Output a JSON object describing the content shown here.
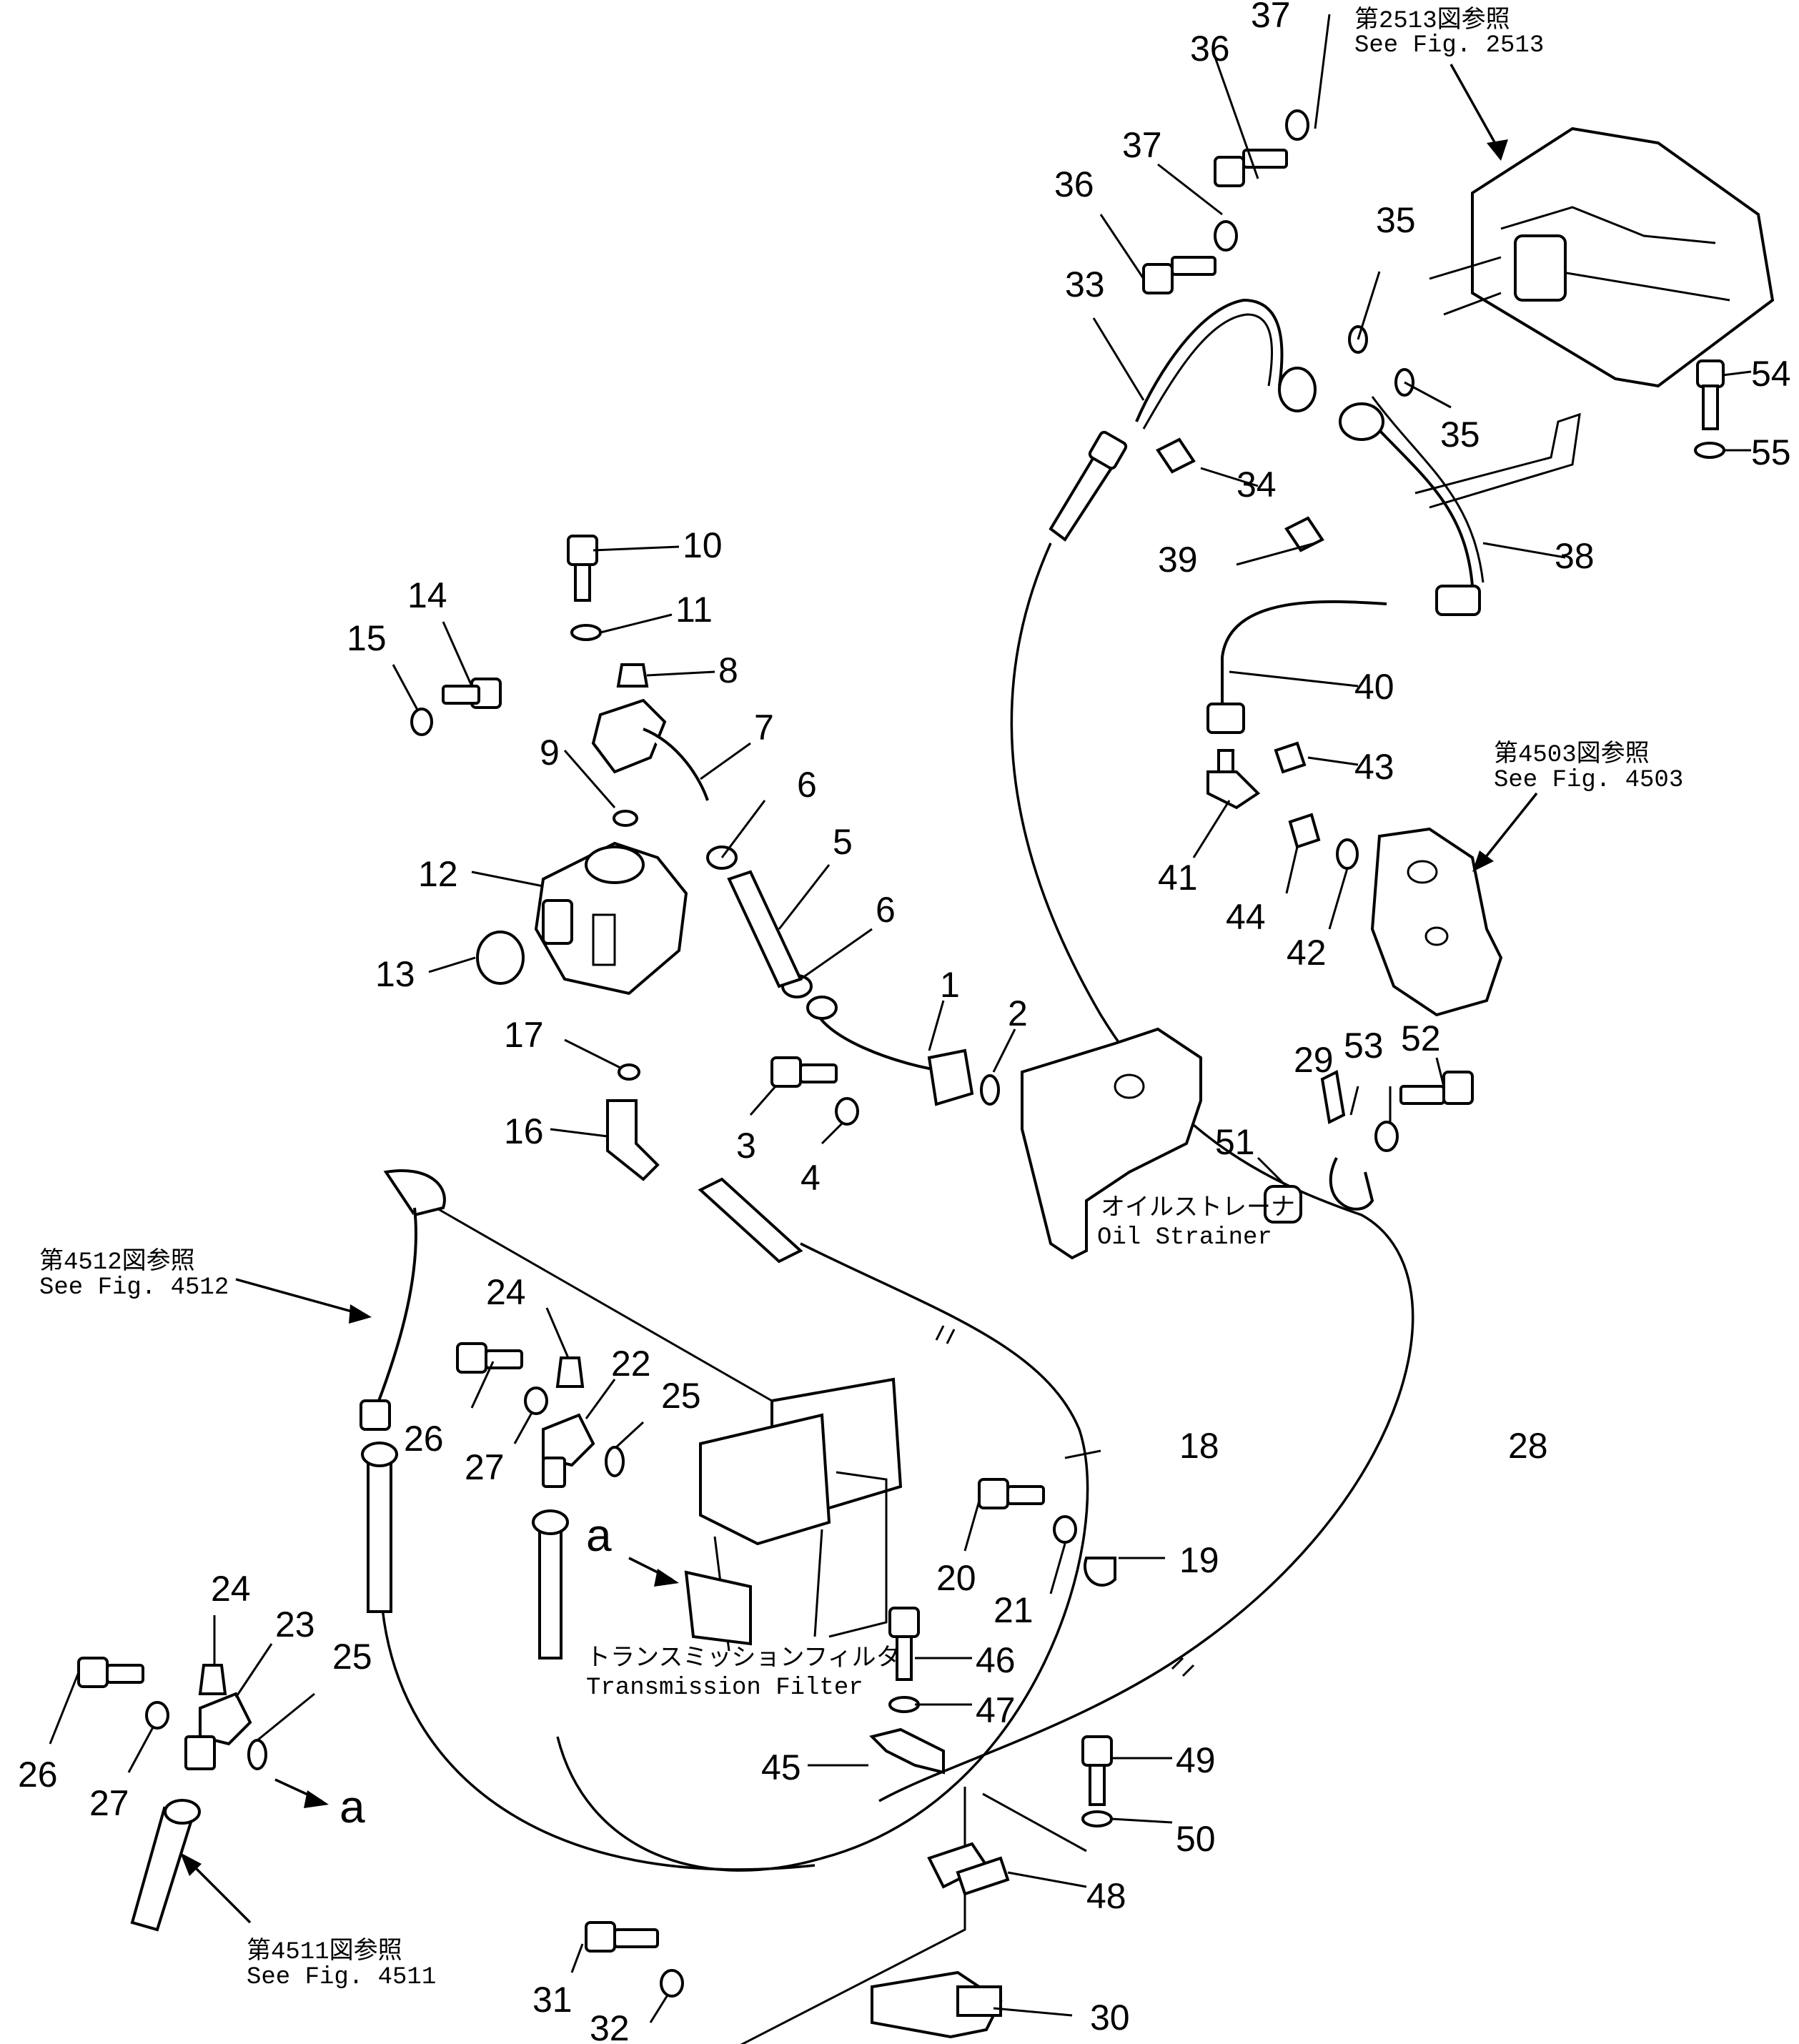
{
  "callouts": [
    {
      "id": "c1",
      "text": "1"
    },
    {
      "id": "c2",
      "text": "2"
    },
    {
      "id": "c3",
      "text": "3"
    },
    {
      "id": "c4",
      "text": "4"
    },
    {
      "id": "c5",
      "text": "5"
    },
    {
      "id": "c6a",
      "text": "6"
    },
    {
      "id": "c6b",
      "text": "6"
    },
    {
      "id": "c7",
      "text": "7"
    },
    {
      "id": "c8",
      "text": "8"
    },
    {
      "id": "c9",
      "text": "9"
    },
    {
      "id": "c10",
      "text": "10"
    },
    {
      "id": "c11",
      "text": "11"
    },
    {
      "id": "c12",
      "text": "12"
    },
    {
      "id": "c13",
      "text": "13"
    },
    {
      "id": "c14",
      "text": "14"
    },
    {
      "id": "c15",
      "text": "15"
    },
    {
      "id": "c16",
      "text": "16"
    },
    {
      "id": "c17",
      "text": "17"
    },
    {
      "id": "c18",
      "text": "18"
    },
    {
      "id": "c19",
      "text": "19"
    },
    {
      "id": "c20",
      "text": "20"
    },
    {
      "id": "c21",
      "text": "21"
    },
    {
      "id": "c22",
      "text": "22"
    },
    {
      "id": "c23",
      "text": "23"
    },
    {
      "id": "c24a",
      "text": "24"
    },
    {
      "id": "c24b",
      "text": "24"
    },
    {
      "id": "c25a",
      "text": "25"
    },
    {
      "id": "c25b",
      "text": "25"
    },
    {
      "id": "c26a",
      "text": "26"
    },
    {
      "id": "c26b",
      "text": "26"
    },
    {
      "id": "c27a",
      "text": "27"
    },
    {
      "id": "c27b",
      "text": "27"
    },
    {
      "id": "c28",
      "text": "28"
    },
    {
      "id": "c29",
      "text": "29"
    },
    {
      "id": "c30",
      "text": "30"
    },
    {
      "id": "c31",
      "text": "31"
    },
    {
      "id": "c32",
      "text": "32"
    },
    {
      "id": "c33",
      "text": "33"
    },
    {
      "id": "c34",
      "text": "34"
    },
    {
      "id": "c35a",
      "text": "35"
    },
    {
      "id": "c35b",
      "text": "35"
    },
    {
      "id": "c36a",
      "text": "36"
    },
    {
      "id": "c36b",
      "text": "36"
    },
    {
      "id": "c37a",
      "text": "37"
    },
    {
      "id": "c37b",
      "text": "37"
    },
    {
      "id": "c38",
      "text": "38"
    },
    {
      "id": "c39",
      "text": "39"
    },
    {
      "id": "c40",
      "text": "40"
    },
    {
      "id": "c41",
      "text": "41"
    },
    {
      "id": "c42",
      "text": "42"
    },
    {
      "id": "c43",
      "text": "43"
    },
    {
      "id": "c44",
      "text": "44"
    },
    {
      "id": "c45",
      "text": "45"
    },
    {
      "id": "c46",
      "text": "46"
    },
    {
      "id": "c47",
      "text": "47"
    },
    {
      "id": "c48",
      "text": "48"
    },
    {
      "id": "c49",
      "text": "49"
    },
    {
      "id": "c50",
      "text": "50"
    },
    {
      "id": "c51",
      "text": "51"
    },
    {
      "id": "c52",
      "text": "52"
    },
    {
      "id": "c53",
      "text": "53"
    },
    {
      "id": "c54",
      "text": "54"
    },
    {
      "id": "c55",
      "text": "55"
    }
  ],
  "references": {
    "fig2513_jp": "第2513図参照",
    "fig2513_en": "See  Fig. 2513",
    "fig4503_jp": "第4503図参照",
    "fig4503_en": "See  Fig. 4503",
    "fig4512_jp": "第4512図参照",
    "fig4512_en": "See  Fig. 4512",
    "fig4511_jp": "第4511図参照",
    "fig4511_en": "See  Fig. 4511"
  },
  "components": {
    "oil_strainer_jp": "オイルストレーナ",
    "oil_strainer_en": "Oil  Strainer",
    "trans_filter_jp": "トランスミッションフィルタ",
    "trans_filter_en": "Transmission  Filter"
  },
  "connection_marks": {
    "a_upper": "a",
    "a_lower": "a"
  }
}
